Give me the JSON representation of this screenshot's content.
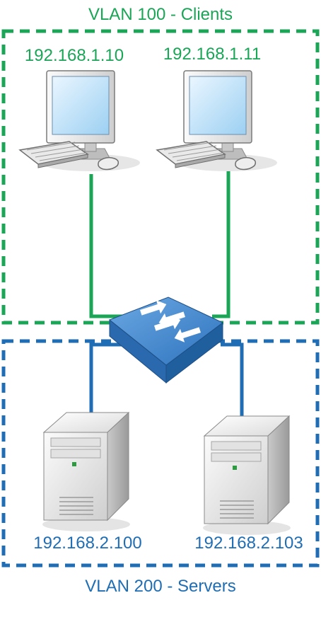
{
  "colors": {
    "vlan100": "#1aa557",
    "vlan200": "#1f6db4",
    "switch_top": "#4e91d2",
    "switch_side": "#1f5f9e"
  },
  "vlan100": {
    "title": "VLAN 100 - Clients",
    "clients": [
      {
        "ip": "192.168.1.10",
        "icon": "desktop-computer-icon"
      },
      {
        "ip": "192.168.1.11",
        "icon": "desktop-computer-icon"
      }
    ]
  },
  "switch": {
    "icon": "network-switch-icon"
  },
  "vlan200": {
    "title": "VLAN 200 - Servers",
    "servers": [
      {
        "ip": "192.168.2.100",
        "icon": "server-tower-icon"
      },
      {
        "ip": "192.168.2.103",
        "icon": "server-tower-icon"
      }
    ]
  }
}
